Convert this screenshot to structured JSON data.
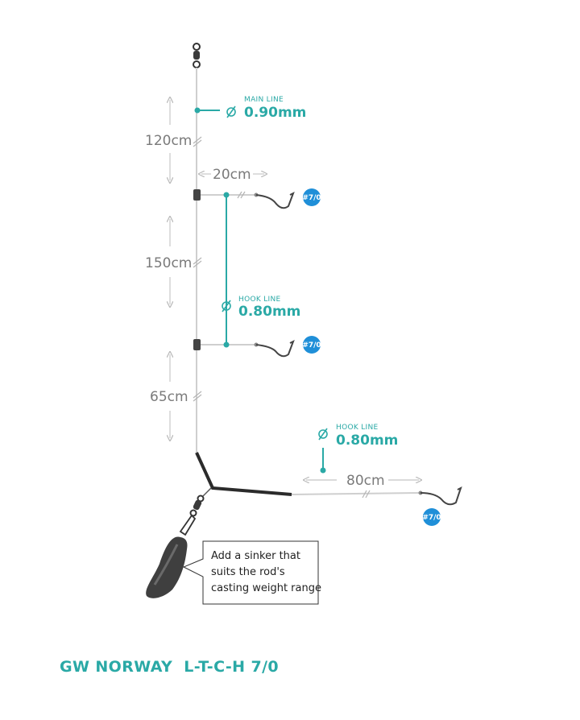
{
  "title": "GW NORWAY  L-T-C-H 7/0",
  "main_line": {
    "label": "MAIN LINE",
    "value": "0.90mm"
  },
  "hook_line_upper": {
    "label": "HOOK LINE",
    "value": "0.80mm"
  },
  "hook_line_lower": {
    "label": "HOOK LINE",
    "value": "0.80mm"
  },
  "segments": {
    "top": "120cm",
    "middle": "150cm",
    "bottom": "65cm"
  },
  "dropper_length": "20cm",
  "boom_length": "80cm",
  "hook_size": "#7/0",
  "note": [
    "Add a sinker that",
    "suits the rod's",
    "casting weight range"
  ],
  "colors": {
    "accent": "#2aa9a6",
    "line": "#cfcfcf",
    "dimension": "#7a7a7a",
    "hook_badge": "#1f8fd8"
  }
}
